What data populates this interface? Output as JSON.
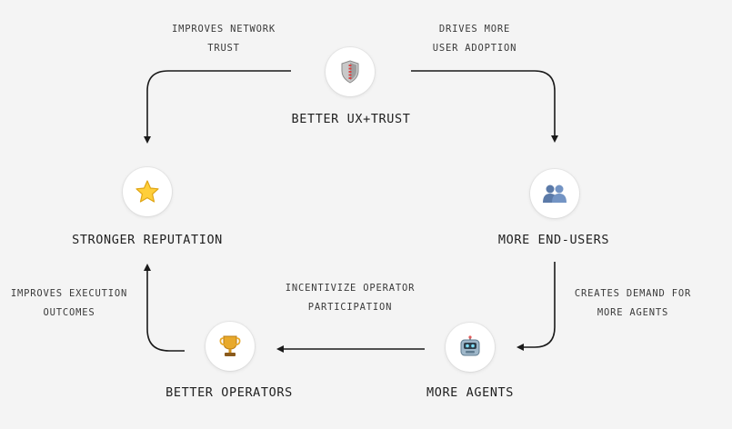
{
  "nodes": {
    "better_ux_trust": {
      "label": "BETTER UX+TRUST",
      "icon": "shield-icon"
    },
    "more_end_users": {
      "label": "MORE END-USERS",
      "icon": "users-icon"
    },
    "more_agents": {
      "label": "MORE AGENTS",
      "icon": "robot-icon"
    },
    "better_operators": {
      "label": "BETTER OPERATORS",
      "icon": "trophy-icon"
    },
    "stronger_reputation": {
      "label": "STRONGER REPUTATION",
      "icon": "star-icon"
    }
  },
  "edges": {
    "drives_adoption": {
      "line1": "DRIVES MORE",
      "line2": "USER ADOPTION"
    },
    "creates_demand": {
      "line1": "CREATES DEMAND FOR",
      "line2": "MORE AGENTS"
    },
    "incentivize": {
      "line1": "INCENTIVIZE OPERATOR",
      "line2": "PARTICIPATION"
    },
    "improves_outcomes": {
      "line1": "IMPROVES EXECUTION",
      "line2": "OUTCOMES"
    },
    "improves_trust": {
      "line1": "IMPROVES NETWORK",
      "line2": "TRUST"
    }
  },
  "colors": {
    "background": "#f4f4f4",
    "arrow": "#1a1a1a",
    "text": "#1f1f1f"
  }
}
